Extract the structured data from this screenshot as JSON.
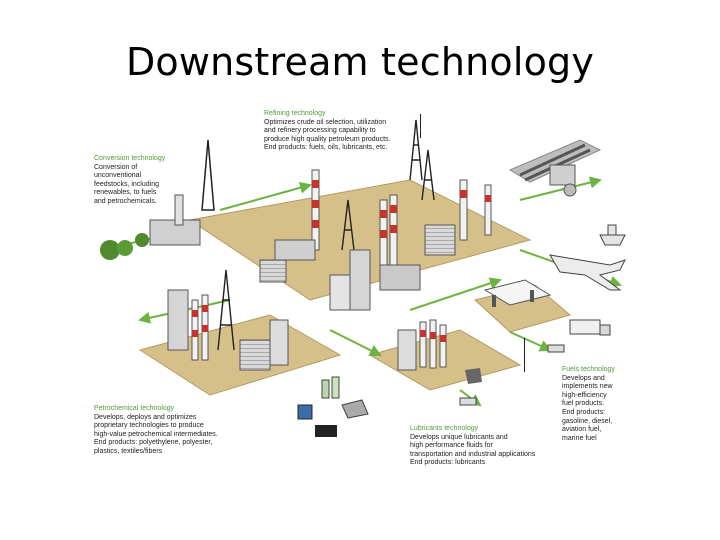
{
  "slide": {
    "title": "Downstream technology"
  },
  "diagram": {
    "callouts": {
      "refining": {
        "heading": "Refining technology",
        "lines": [
          "Optimizes crude oil selection, utilization",
          "and refinery processing capability to",
          "produce high quality petroleum products.",
          "End products: fuels, oils, lubricants, etc."
        ]
      },
      "conversion": {
        "heading": "Conversion technology",
        "lines": [
          "Conversion of",
          "unconventional",
          "feedstocks, including",
          "renewables, to fuels",
          "and petrochemicals."
        ]
      },
      "petrochemical": {
        "heading": "Petrochemical technology",
        "lines": [
          "Develops, deploys and optimizes",
          "proprietary technologies to produce",
          "high-value petrochemical intermediates.",
          "End products: polyethylene, polyester,",
          "plastics, textiles/fibers"
        ]
      },
      "lubricants": {
        "heading": "Lubricants technology",
        "lines": [
          "Develops unique lubricants and",
          "high performance fluids for",
          "transportation and industrial applications",
          "End products: lubricants"
        ]
      },
      "fuels": {
        "heading": "Fuels technology",
        "lines": [
          "Develops and",
          "implements new",
          "high-efficiency",
          "fuel products.",
          "End products:",
          "gasoline, diesel,",
          "aviation fuel,",
          "marine fuel"
        ]
      }
    },
    "colors": {
      "ground": "#d6c08a",
      "ground_edge": "#b39a62",
      "flow_arrow": "#6db33f",
      "tower_red": "#c8322f",
      "tower_white": "#f2f2f2",
      "steel": "#8c8c8c",
      "steel_dark": "#3a3a3a",
      "green_heading": "#4f9a3a"
    }
  }
}
